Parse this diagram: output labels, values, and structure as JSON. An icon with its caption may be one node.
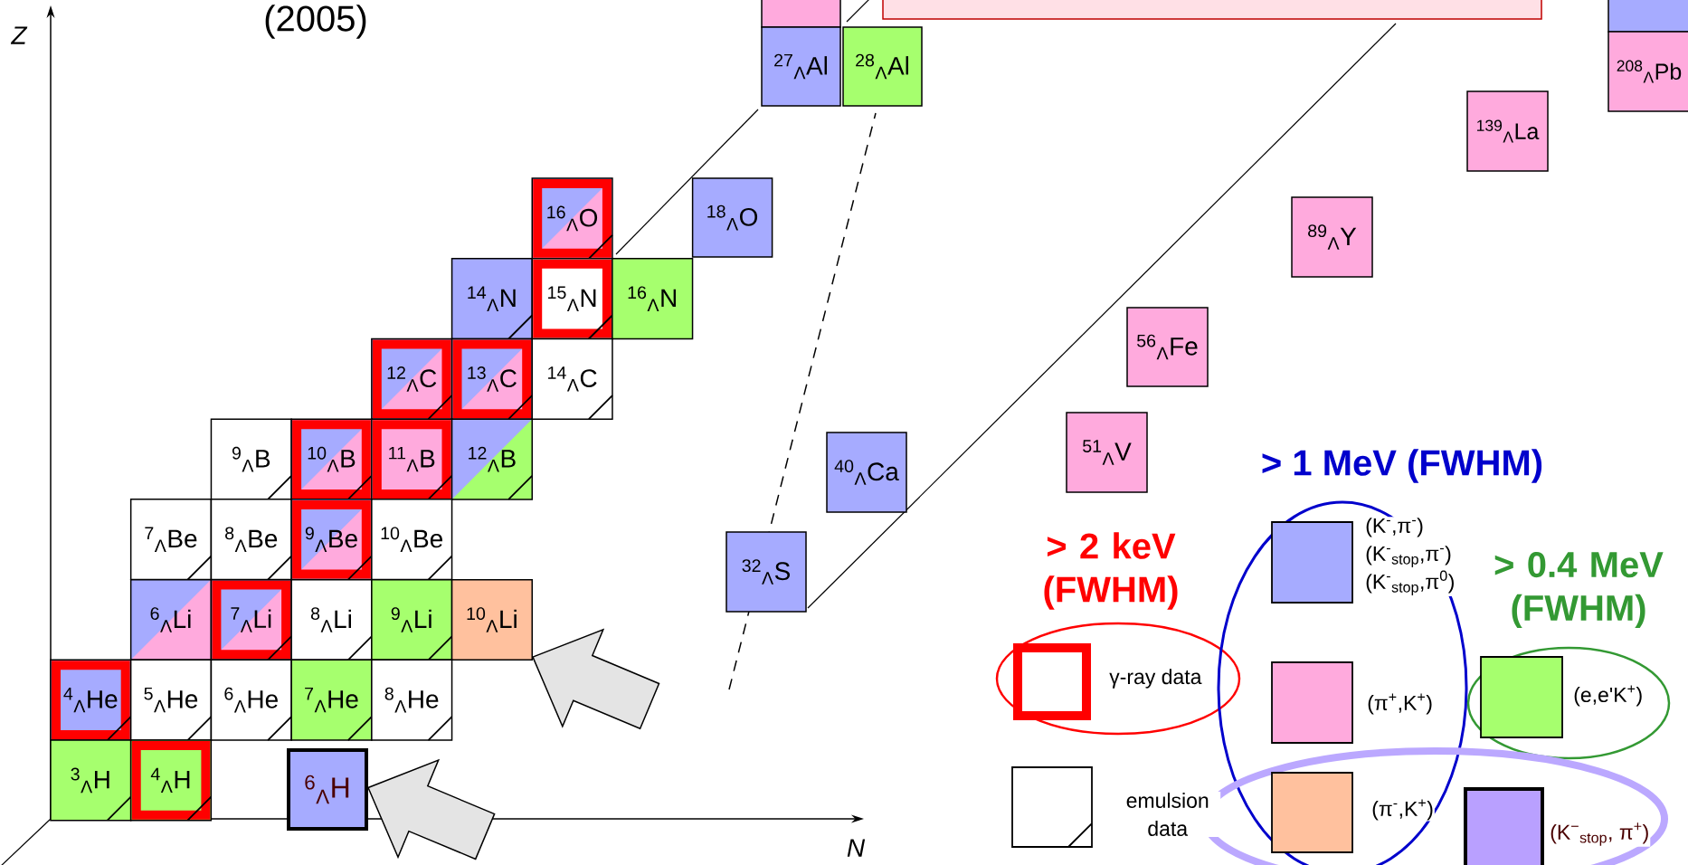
{
  "diagram": {
    "nodes": [
      {
        "text": [],
        "shape": "box"
      },
      {
        "text": [],
        "shape": "box"
      },
      {
        "text": [],
        "shape": "box"
      },
      {
        "text": [
          "$^{27}$$_{Λ}$Al"
        ]
      },
      {
        "text": [
          "$^{28}$$_{Λ}$Al"
        ]
      },
      {
        "text": [
          "$^{208}$$_{Λ}$Pb"
        ]
      },
      {
        "text": [
          "$^{139}$$_{Λ}$La"
        ]
      },
      {
        "text": [
          "$^{16}$$_{Λ}$O"
        ]
      },
      {
        "text": [
          "$^{18}$$_{Λ}$O"
        ]
      },
      {
        "text": [
          "$^{89}$$_{Λ}$Y"
        ]
      },
      {
        "text": [
          "$^{14}$$_{Λ}$N"
        ]
      },
      {
        "text": [
          "$^{15}$$_{Λ}$N"
        ]
      },
      {
        "text": [
          "$^{16}$$_{Λ}$N"
        ]
      },
      {
        "text": [
          "$^{56}$$_{Λ}$Fe"
        ]
      },
      {
        "text": [
          "$^{12}$$_{Λ}$C"
        ]
      },
      {
        "text": [
          "$^{13}$$_{Λ}$C"
        ]
      },
      {
        "text": [
          "$^{14}$$_{Λ}$C"
        ]
      },
      {
        "text": [
          "$^{51}$$_{Λ}$V"
        ]
      },
      {
        "text": [
          "$^{9}$$_{Λ}$B"
        ]
      },
      {
        "text": [
          "$^{10}$$_{Λ}$B"
        ]
      },
      {
        "text": [
          "$^{11}$$_{Λ}$B"
        ]
      },
      {
        "text": [
          "$^{12}$$_{Λ}$B"
        ]
      },
      {
        "text": [
          "$^{40}$$_{Λ}$Ca"
        ]
      },
      {
        "text": [
          "$^{7}$$_{Λ}$Be"
        ]
      },
      {
        "text": [
          "$^{8}$$_{Λ}$Be"
        ]
      },
      {
        "text": [
          "$^{9}$$_{Λ}$Be"
        ]
      },
      {
        "text": [
          "$^{10}$$_{Λ}$Be"
        ]
      },
      {
        "text": [
          "$^{32}$$_{Λ}$S"
        ]
      },
      {
        "text": [
          "$^{6}$$_{Λ}$Li"
        ]
      },
      {
        "text": [
          "$^{7}$$_{Λ}$Li"
        ]
      },
      {
        "text": [
          "$^{8}$$_{Λ}$Li"
        ]
      },
      {
        "text": [
          "$^{9}$$_{Λ}$Li"
        ]
      },
      {
        "text": [
          "$^{10}$$_{Λ}$Li"
        ]
      },
      {
        "text": [
          "$^{4}$$_{Λ}$He"
        ]
      },
      {
        "text": [
          "$^{5}$$_{Λ}$He"
        ]
      },
      {
        "text": [
          "$^{6}$$_{Λ}$He"
        ]
      },
      {
        "text": [
          "$^{7}$$_{Λ}$He"
        ]
      },
      {
        "text": [
          "$^{8}$$_{Λ}$He"
        ]
      },
      {
        "text": [
          "$^{3}$$_{Λ}$H"
        ]
      },
      {
        "text": [
          "$^{4}$$_{Λ}$H"
        ]
      },
      {
        "text": [
          "$^{6}$$_{Λ}$H"
        ]
      }
    ],
    "edges": [
      {
        "from": null,
        "to": 32,
        "arrow": "to"
      },
      {
        "from": null,
        "to": 40,
        "arrow": "to"
      }
    ],
    "labels": [
      "(2005)",
      "Z",
      "N",
      "> 2 keV (FWHM)",
      "> 1 MeV (FWHM)",
      "> 0.4 MeV (FWHM)"
    ],
    "legend": [
      {
        "text": "γ-ray data"
      },
      {
        "text": "emulsion data"
      },
      {
        "text": "(K$^{-}$,π$^{-}$) (K$^{-}$$_{stop}$,π$^{-}$) (K$^{-}$$_{stop}$,π$^{0}$)",
        "color": "#a6abff"
      },
      {
        "text": "(π$^{+}$,K$^{+}$)",
        "color": "#ffaadd"
      },
      {
        "text": "(π$^{-}$,K$^{+}$)",
        "color": "#ffc19e"
      },
      {
        "text": "(e,e'K$^{+}$)",
        "color": "#a6ff6e"
      },
      {
        "text": "(K$^{−}$$_{stop}$, π$^{+}$)",
        "color": "#b9a0ff"
      }
    ]
  }
}
